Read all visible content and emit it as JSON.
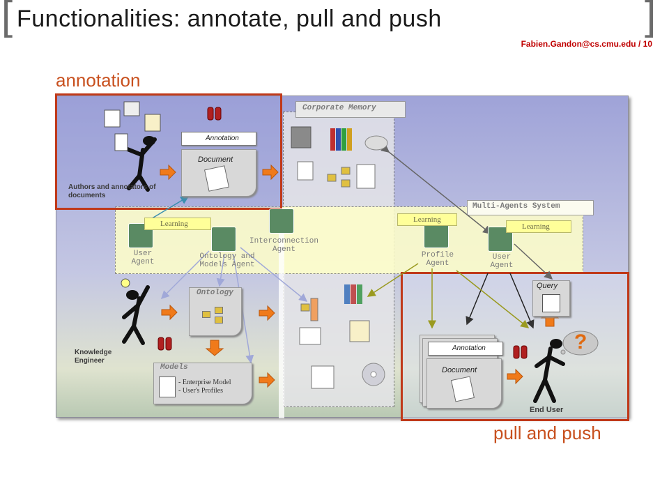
{
  "title": "Functionalities: annotate, pull and push",
  "bracket_left": "[",
  "bracket_right": "]",
  "email": "Fabien.Gandon@cs.cmu.edu  / 10",
  "annotation_label": "annotation",
  "pull_push_label": "pull and push",
  "corporate_memory": "Corporate Memory",
  "multi_agents": "Multi-Agents System",
  "authors_label": "Authors and annotators of documents",
  "knowledge_engineer": "Knowledge Engineer",
  "end_user": "End User",
  "learning": "Learning",
  "annotation_tag": "Annotation",
  "document_label": "Document",
  "query_label": "Query",
  "ontology_label": "Ontology",
  "models_label": "Models",
  "models_items": [
    "- Enterprise Model",
    "- User's Profiles"
  ],
  "user_agent": "User Agent",
  "ontology_agent": "Ontology and Models Agent",
  "interconnection_agent": "Interconnection Agent",
  "profile_agent": "Profile Agent",
  "question_mark": "?",
  "colors": {
    "accent_red": "#c8501e",
    "frame_red": "#c0391a",
    "learning_yellow": "#ffff99",
    "agent_green": "#5a8a63"
  }
}
